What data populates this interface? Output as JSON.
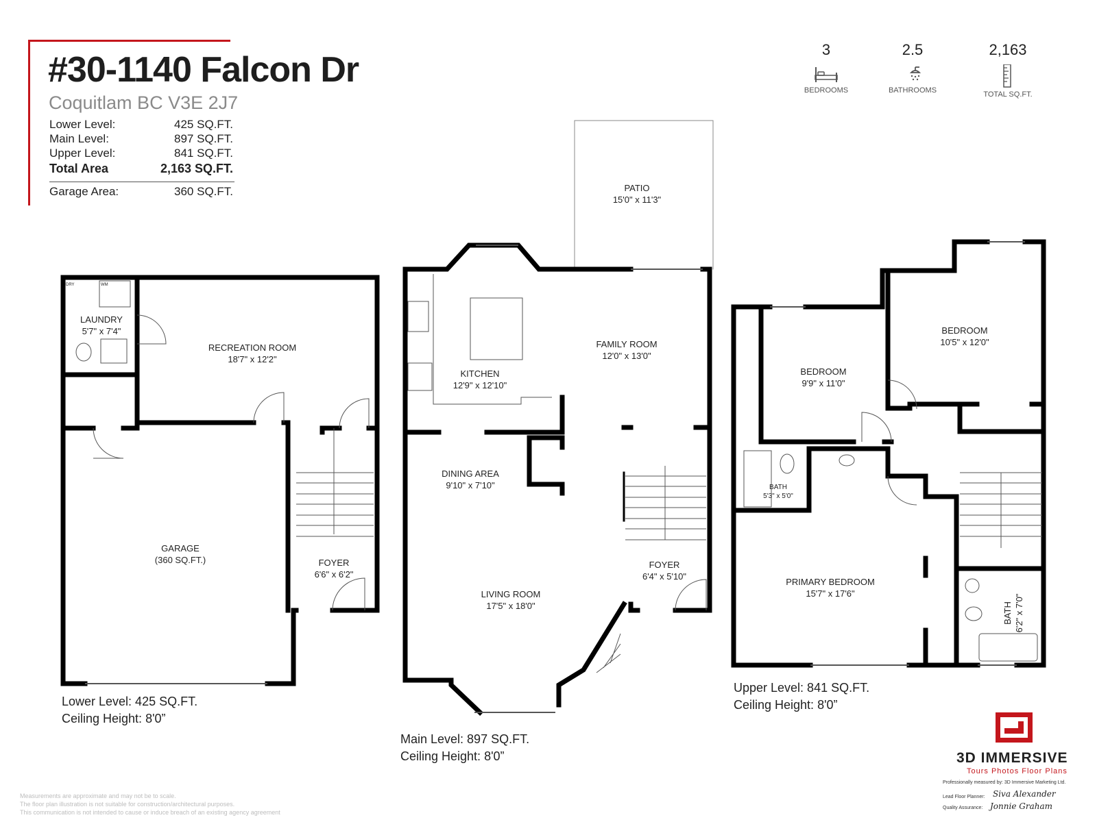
{
  "header": {
    "title": "#30-1140 Falcon Dr",
    "subtitle": "Coquitlam BC V3E 2J7",
    "accent_color": "#c4161c"
  },
  "areas": [
    {
      "label": "Lower Level:",
      "value": "425 SQ.FT."
    },
    {
      "label": "Main Level:",
      "value": "897 SQ.FT."
    },
    {
      "label": "Upper Level:",
      "value": "841 SQ.FT."
    },
    {
      "label": "Total Area",
      "value": "2,163 SQ.FT."
    }
  ],
  "garage_area": {
    "label": "Garage Area:",
    "value": "360 SQ.FT."
  },
  "stats": [
    {
      "value": "3",
      "label": "BEDROOMS",
      "icon": "bed-icon"
    },
    {
      "value": "2.5",
      "label": "BATHROOMS",
      "icon": "shower-icon"
    },
    {
      "value": "2,163",
      "label": "TOTAL SQ.FT.",
      "icon": "ruler-icon"
    }
  ],
  "rooms": {
    "laundry": {
      "name": "LAUNDRY",
      "dims": "5'7\" x 7'4\""
    },
    "recreation": {
      "name": "RECREATION ROOM",
      "dims": "18'7\" x 12'2\""
    },
    "garage": {
      "name": "GARAGE",
      "dims": "(360 SQ.FT.)"
    },
    "foyer_lower": {
      "name": "FOYER",
      "dims": "6'6\" x 6'2\""
    },
    "patio": {
      "name": "PATIO",
      "dims": "15'0\" x 11'3\""
    },
    "kitchen": {
      "name": "KITCHEN",
      "dims": "12'9\" x 12'10\""
    },
    "family": {
      "name": "FAMILY ROOM",
      "dims": "12'0\" x 13'0\""
    },
    "dining": {
      "name": "DINING AREA",
      "dims": "9'10\" x 7'10\""
    },
    "living": {
      "name": "LIVING ROOM",
      "dims": "17'5\" x 18'0\""
    },
    "foyer_main": {
      "name": "FOYER",
      "dims": "6'4\" x 5'10\""
    },
    "bedroom_a": {
      "name": "BEDROOM",
      "dims": "9'9\" x 11'0\""
    },
    "bedroom_b": {
      "name": "BEDROOM",
      "dims": "10'5\" x 12'0\""
    },
    "bath_a": {
      "name": "BATH",
      "dims": "5'3\" x 5'0\""
    },
    "primary": {
      "name": "PRIMARY BEDROOM",
      "dims": "15'7\" x 17'6\""
    },
    "bath_b": {
      "name": "BATH",
      "dims": "6'2\" x 7'0\""
    },
    "fixtures": {
      "dryer": "DRY",
      "washer": "WM"
    }
  },
  "levels": {
    "lower": {
      "area": "Lower Level: 425 SQ.FT.",
      "ceiling": "Ceiling Height: 8'0”"
    },
    "main": {
      "area": "Main Level: 897 SQ.FT.",
      "ceiling": "Ceiling Height: 8'0”"
    },
    "upper": {
      "area": "Upper Level: 841 SQ.FT.",
      "ceiling": "Ceiling Height: 8'0”"
    }
  },
  "disclaimer": [
    "Measurements are approximate and may not be to scale.",
    "The floor plan illustration is not suitable for construction/architectural purposes.",
    "This communication is not intended to cause or induce breach of an existing agency agreement"
  ],
  "brand": {
    "name": "3D IMMERSIVE",
    "tagline": "Tours  Photos  Floor Plans",
    "measured_by": "Professionally measured by: 3D Immersive Marketing Ltd.",
    "lead_label": "Lead Floor Planner:",
    "lead_sig": "Siva Alexander",
    "qa_label": "Quality Assurance:",
    "qa_sig": "Jonnie Graham"
  }
}
